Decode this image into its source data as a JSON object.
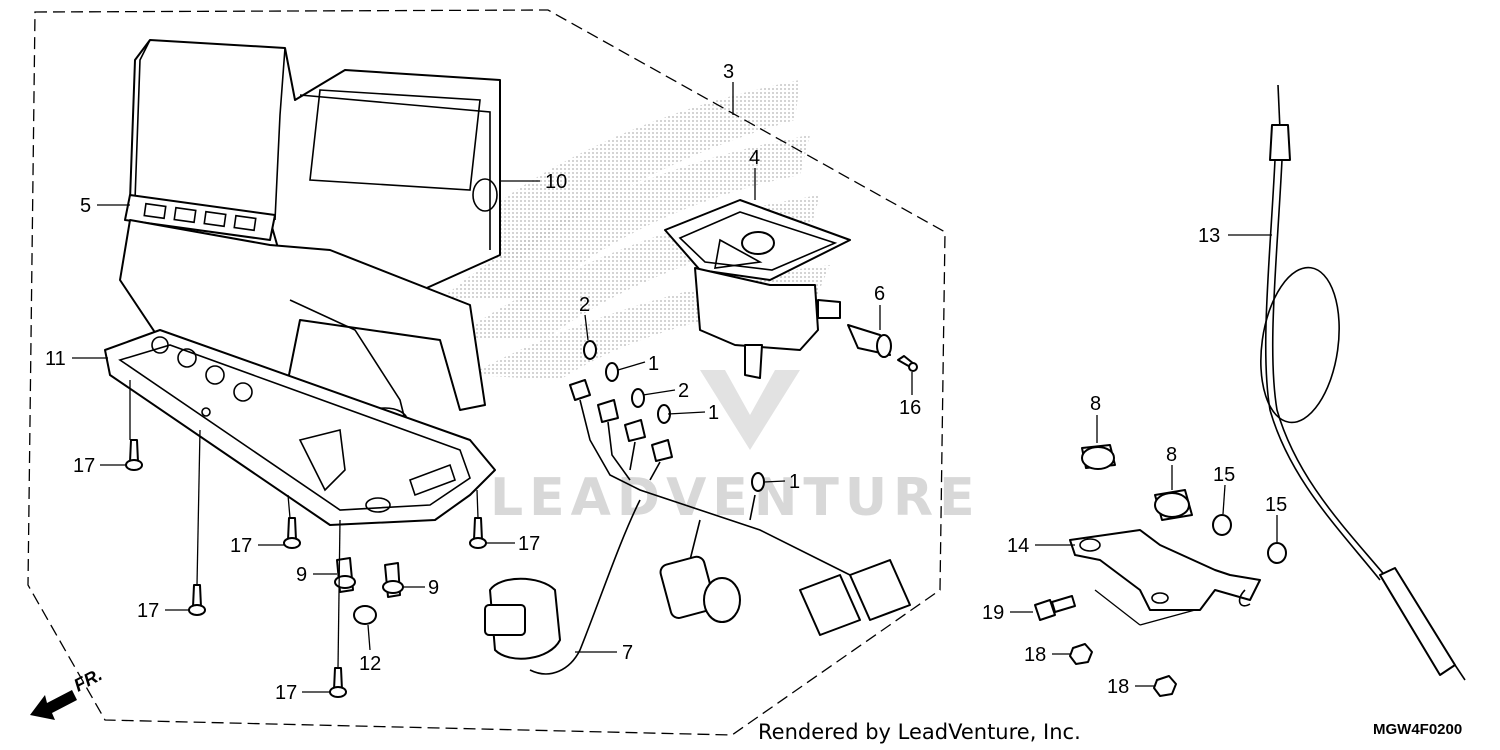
{
  "diagram": {
    "footer_credit": "Rendered by LeadVenture, Inc.",
    "diagram_code": "MGW4F0200",
    "watermark": "LEADVENTURE",
    "front_indicator": "FR.",
    "callouts": [
      {
        "id": "c1a",
        "label": "1"
      },
      {
        "id": "c1b",
        "label": "1"
      },
      {
        "id": "c1c",
        "label": "1"
      },
      {
        "id": "c2a",
        "label": "2"
      },
      {
        "id": "c2b",
        "label": "2"
      },
      {
        "id": "c3",
        "label": "3"
      },
      {
        "id": "c4",
        "label": "4"
      },
      {
        "id": "c5",
        "label": "5"
      },
      {
        "id": "c6",
        "label": "6"
      },
      {
        "id": "c7",
        "label": "7"
      },
      {
        "id": "c8a",
        "label": "8"
      },
      {
        "id": "c8b",
        "label": "8"
      },
      {
        "id": "c9a",
        "label": "9"
      },
      {
        "id": "c9b",
        "label": "9"
      },
      {
        "id": "c10",
        "label": "10"
      },
      {
        "id": "c11",
        "label": "11"
      },
      {
        "id": "c12",
        "label": "12"
      },
      {
        "id": "c13",
        "label": "13"
      },
      {
        "id": "c14",
        "label": "14"
      },
      {
        "id": "c15a",
        "label": "15"
      },
      {
        "id": "c15b",
        "label": "15"
      },
      {
        "id": "c16",
        "label": "16"
      },
      {
        "id": "c17a",
        "label": "17"
      },
      {
        "id": "c17b",
        "label": "17"
      },
      {
        "id": "c17c",
        "label": "17"
      },
      {
        "id": "c17d",
        "label": "17"
      },
      {
        "id": "c17e",
        "label": "17"
      },
      {
        "id": "c18a",
        "label": "18"
      },
      {
        "id": "c18b",
        "label": "18"
      },
      {
        "id": "c19",
        "label": "19"
      }
    ]
  }
}
